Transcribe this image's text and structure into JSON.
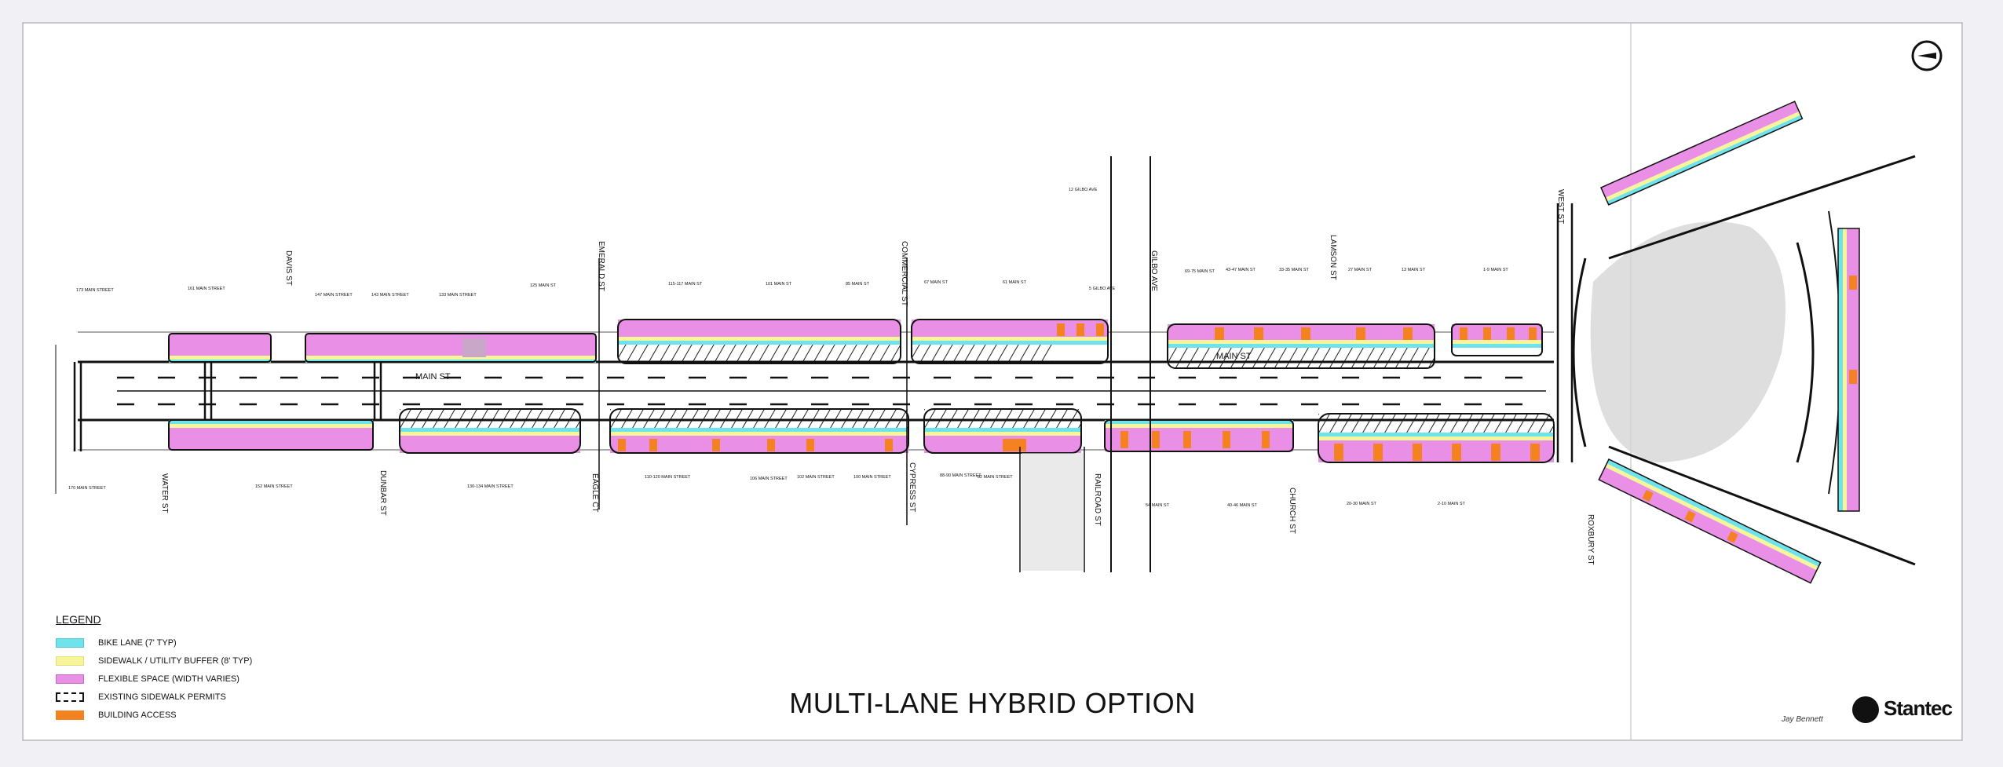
{
  "title": "MULTI-LANE HYBRID OPTION",
  "legend": {
    "title": "LEGEND",
    "items": [
      {
        "label": "BIKE LANE (7' TYP)",
        "color": "#6fe3ec"
      },
      {
        "label": "SIDEWALK / UTILITY BUFFER (8' TYP)",
        "color": "#f6f59a"
      },
      {
        "label": "FLEXIBLE SPACE (WIDTH VARIES)",
        "color": "#e98fe6"
      },
      {
        "label": "EXISTING SIDEWALK PERMITS",
        "color": "#111111"
      },
      {
        "label": "BUILDING ACCESS",
        "color": "#f58220"
      }
    ]
  },
  "colors": {
    "bike": "#6fe3ec",
    "sidewalk": "#f6f59a",
    "flex": "#e98fe6",
    "access": "#f58220",
    "road": "#111111"
  },
  "main_street_labels": [
    "MAIN ST",
    "MAIN ST"
  ],
  "streets_top": [
    "DAVIS ST",
    "EMERALD ST",
    "COMMERCIAL ST",
    "GILBO AVE",
    "LAMSON ST",
    "WEST ST"
  ],
  "streets_bottom": [
    "WATER ST",
    "DUNBAR ST",
    "EAGLE CT",
    "CYPRESS ST",
    "RAILROAD ST",
    "CHURCH ST",
    "ROXBURY ST"
  ],
  "addresses_top": [
    "173 MAIN STREET",
    "161 MAIN STREET",
    "147 MAIN STREET",
    "143 MAIN STREET",
    "133 MAIN STREET",
    "125 MAIN ST",
    "115-117 MAIN ST",
    "101 MAIN ST",
    "85 MAIN ST",
    "67 MAIN ST",
    "61 MAIN ST",
    "5 GILBO AVE",
    "12 GILBO AVE",
    "69-75 MAIN ST",
    "43-47 MAIN ST",
    "33-35 MAIN ST",
    "27 MAIN ST",
    "13 MAIN ST",
    "1-9 MAIN ST"
  ],
  "addresses_bottom": [
    "170 MAIN STREET",
    "152 MAIN STREET",
    "130-134 MAIN STREET",
    "110-120 MAIN STREET",
    "106 MAIN STREET",
    "102 MAIN STREET",
    "100 MAIN STREET",
    "88-90 MAIN STREET",
    "82 MAIN STREET",
    "54 MAIN ST",
    "40-46 MAIN ST",
    "20-30 MAIN ST",
    "2-10 MAIN ST"
  ],
  "logo": "Stantec",
  "signature": "Jay Bennett"
}
